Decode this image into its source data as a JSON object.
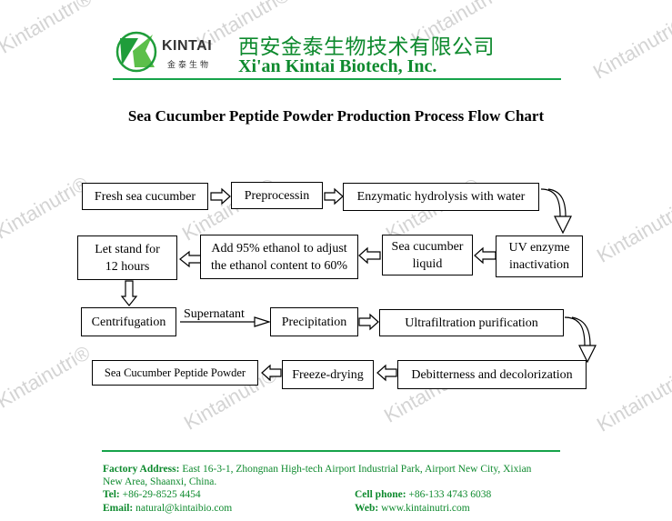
{
  "header": {
    "logo_brand": "KINTAI",
    "logo_cn": "金泰生物",
    "company_cn": "西安金泰生物技术有限公司",
    "company_en": "Xi'an Kintai Biotech, Inc."
  },
  "title": "Sea Cucumber Peptide Powder Production Process Flow Chart",
  "watermark": "Kintainutri®",
  "flow": {
    "fresh": "Fresh sea cucumber",
    "preprocess": "Preprocessin",
    "hydrolysis": "Enzymatic hydrolysis with water",
    "uv_line1": "UV enzyme",
    "uv_line2": "inactivation",
    "liquid_line1": "Sea cucumber",
    "liquid_line2": "liquid",
    "ethanol_line1": "Add 95% ethanol to adjust",
    "ethanol_line2": "the ethanol content to 60%",
    "stand_line1": "Let stand for",
    "stand_line2": "12 hours",
    "centrifugation": "Centrifugation",
    "supernatant": "Supernatant",
    "precipitation": "Precipitation",
    "ultrafiltration": "Ultrafiltration purification",
    "debitterness": "Debitterness and decolorization",
    "freeze": "Freeze-drying",
    "product": "Sea Cucumber Peptide Powder"
  },
  "footer": {
    "factory_label": "Factory Address:",
    "factory_value": "East 16-3-1, Zhongnan High-tech Airport Industrial Park, Airport New City, Xixian",
    "factory_value2": "New Area, Shaanxi, China.",
    "tel_label": "Tel:",
    "tel_value": "+86-29-8525 4454",
    "cell_label": "Cell phone:",
    "cell_value": "+86-133 4743 6038",
    "email_label": "Email:",
    "email_value": "natural@kintaibio.com",
    "web_label": "Web:",
    "web_value": "www.kintainutri.com"
  },
  "colors": {
    "brand_green": "#0e8a2e",
    "rule_green": "#16a34a",
    "watermark": "#d4d4d4"
  }
}
